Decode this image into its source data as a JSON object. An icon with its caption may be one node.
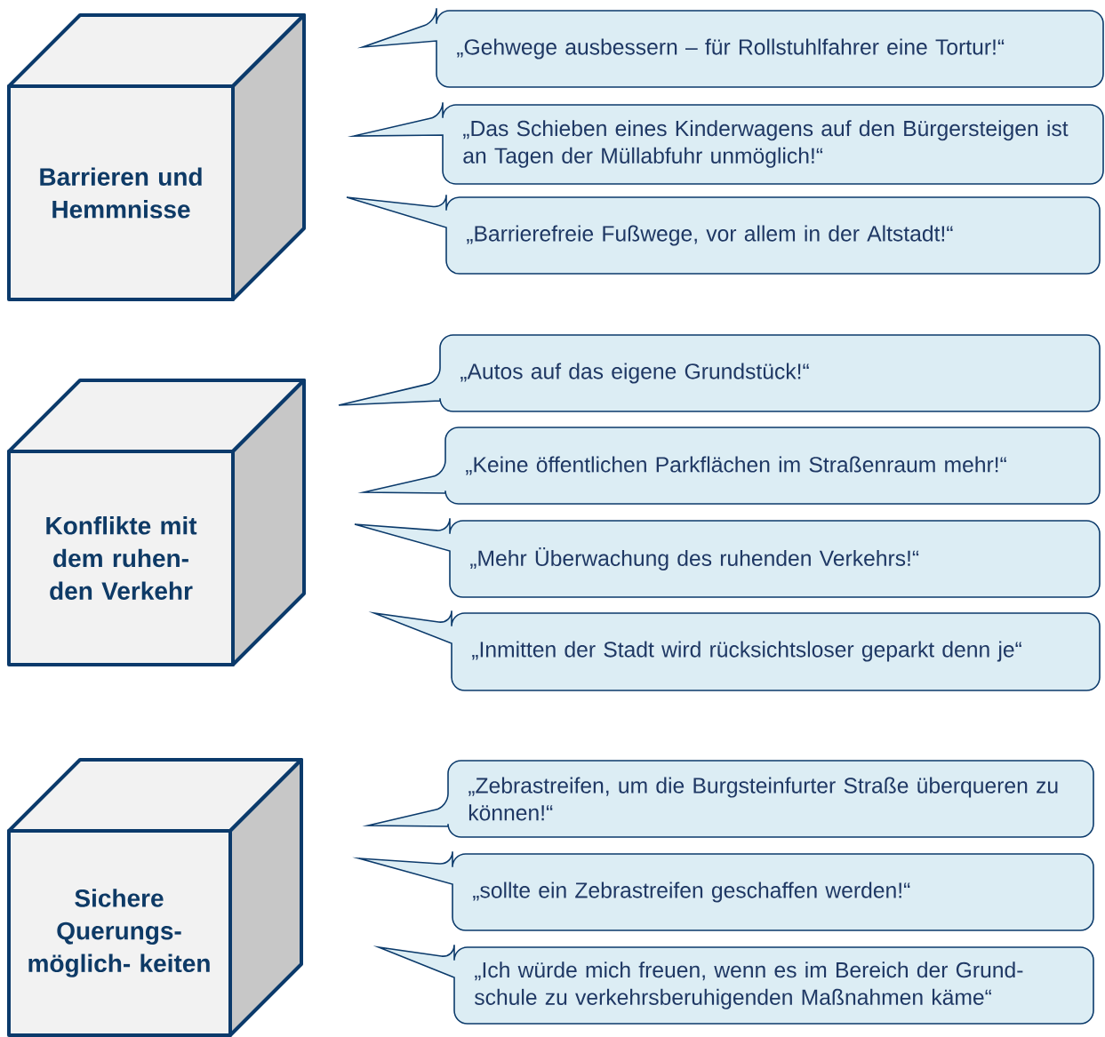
{
  "diagram": {
    "nodes": [
      {
        "text": [
          "Barrieren und Hemmnisse"
        ]
      },
      {
        "text": [
          "„Gehwege ausbessern – für Rollstuhlfahrer eine Tortur!“"
        ]
      },
      {
        "text": [
          "„Das Schieben eines Kinderwagens auf den Bürgersteigen ist an Tagen der Müllabfuhr unmöglich!“"
        ]
      },
      {
        "text": [
          "„Barrierefreie Fußwege, vor allem in der Altstadt!“"
        ]
      },
      {
        "text": [
          "Konflikte mit dem ruhen- den Verkehr"
        ]
      },
      {
        "text": [
          "„Autos auf das eigene Grundstück!“"
        ]
      },
      {
        "text": [
          "„Keine öffentlichen Parkflächen im Straßenraum mehr!“"
        ]
      },
      {
        "text": [
          "„Mehr Überwachung des ruhenden Verkehrs!“"
        ]
      },
      {
        "text": [
          "„Inmitten der Stadt wird rücksichtsloser geparkt denn je“"
        ]
      },
      {
        "text": [
          "Sichere Querungs- möglich- keiten"
        ]
      },
      {
        "text": [
          "„Zebrastreifen, um die Burgsteinfurter Straße überqueren zu können!“"
        ]
      },
      {
        "text": [
          "„sollte ein Zebrastreifen geschaffen werden!“"
        ]
      },
      {
        "text": [
          "„Ich würde mich freuen, wenn es im Bereich der Grund- schule zu verkehrsberuhigenden Maßnahmen käme“"
        ]
      }
    ]
  }
}
